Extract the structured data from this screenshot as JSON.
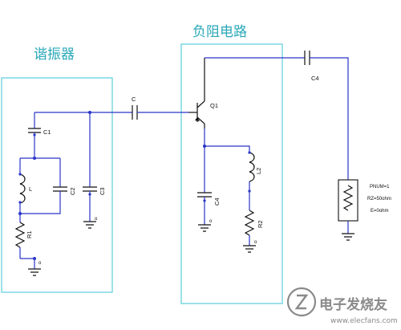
{
  "sections": {
    "resonator_title": "谐振器",
    "negative_resistance_title": "负阻电路"
  },
  "components": {
    "C1": "C1",
    "L": "L",
    "C2": "C2",
    "C3": "C3",
    "R1": "R1",
    "C_coupling": "C",
    "Q1": "Q1",
    "C4": "C4",
    "L2": "L2",
    "R2": "R2",
    "C_out": "C4",
    "port_num": "PNUM=1",
    "port_rz": "RZ=50ohm",
    "port_e": "E=0ohm"
  },
  "ground_label": "o",
  "watermark": {
    "name": "电子发烧友",
    "url": "www.elecfans.com"
  },
  "colors": {
    "wire": "#2a35c8",
    "box": "#67d1db",
    "title": "#2aa8b8",
    "component": "#111111"
  }
}
